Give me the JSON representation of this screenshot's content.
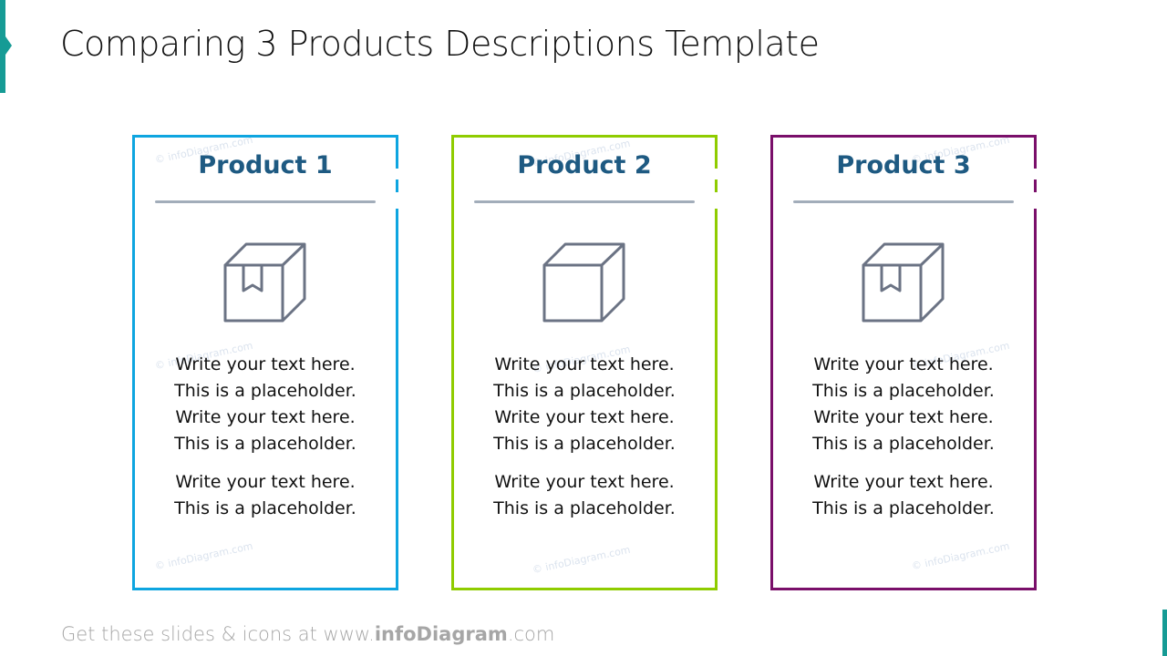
{
  "slide": {
    "title": "Comparing 3 Products Descriptions Template",
    "accent_color": "#169b95"
  },
  "products": [
    {
      "name": "Product 1",
      "border_color": "#0ea5e0",
      "icon": "box-with-label-icon",
      "paragraphs": [
        [
          "Write your text here.",
          "This is a placeholder.",
          "Write your text here.",
          "This is a placeholder."
        ],
        [
          "Write your text here.",
          "This is a placeholder."
        ]
      ]
    },
    {
      "name": "Product 2",
      "border_color": "#8fcc00",
      "icon": "box-icon",
      "paragraphs": [
        [
          "Write your text here.",
          "This is a placeholder.",
          "Write your text here.",
          "This is a placeholder."
        ],
        [
          "Write your text here.",
          "This is a placeholder."
        ]
      ]
    },
    {
      "name": "Product 3",
      "border_color": "#7a0f6a",
      "icon": "box-with-label-icon",
      "paragraphs": [
        [
          "Write your text here.",
          "This is a placeholder.",
          "Write your text here.",
          "This is a placeholder."
        ],
        [
          "Write your text here.",
          "This is a placeholder."
        ]
      ]
    }
  ],
  "watermark": "© infoDiagram.com",
  "footer": {
    "prefix": "Get these slides & icons at www.",
    "brand": "infoDiagram",
    "suffix": ".com"
  }
}
